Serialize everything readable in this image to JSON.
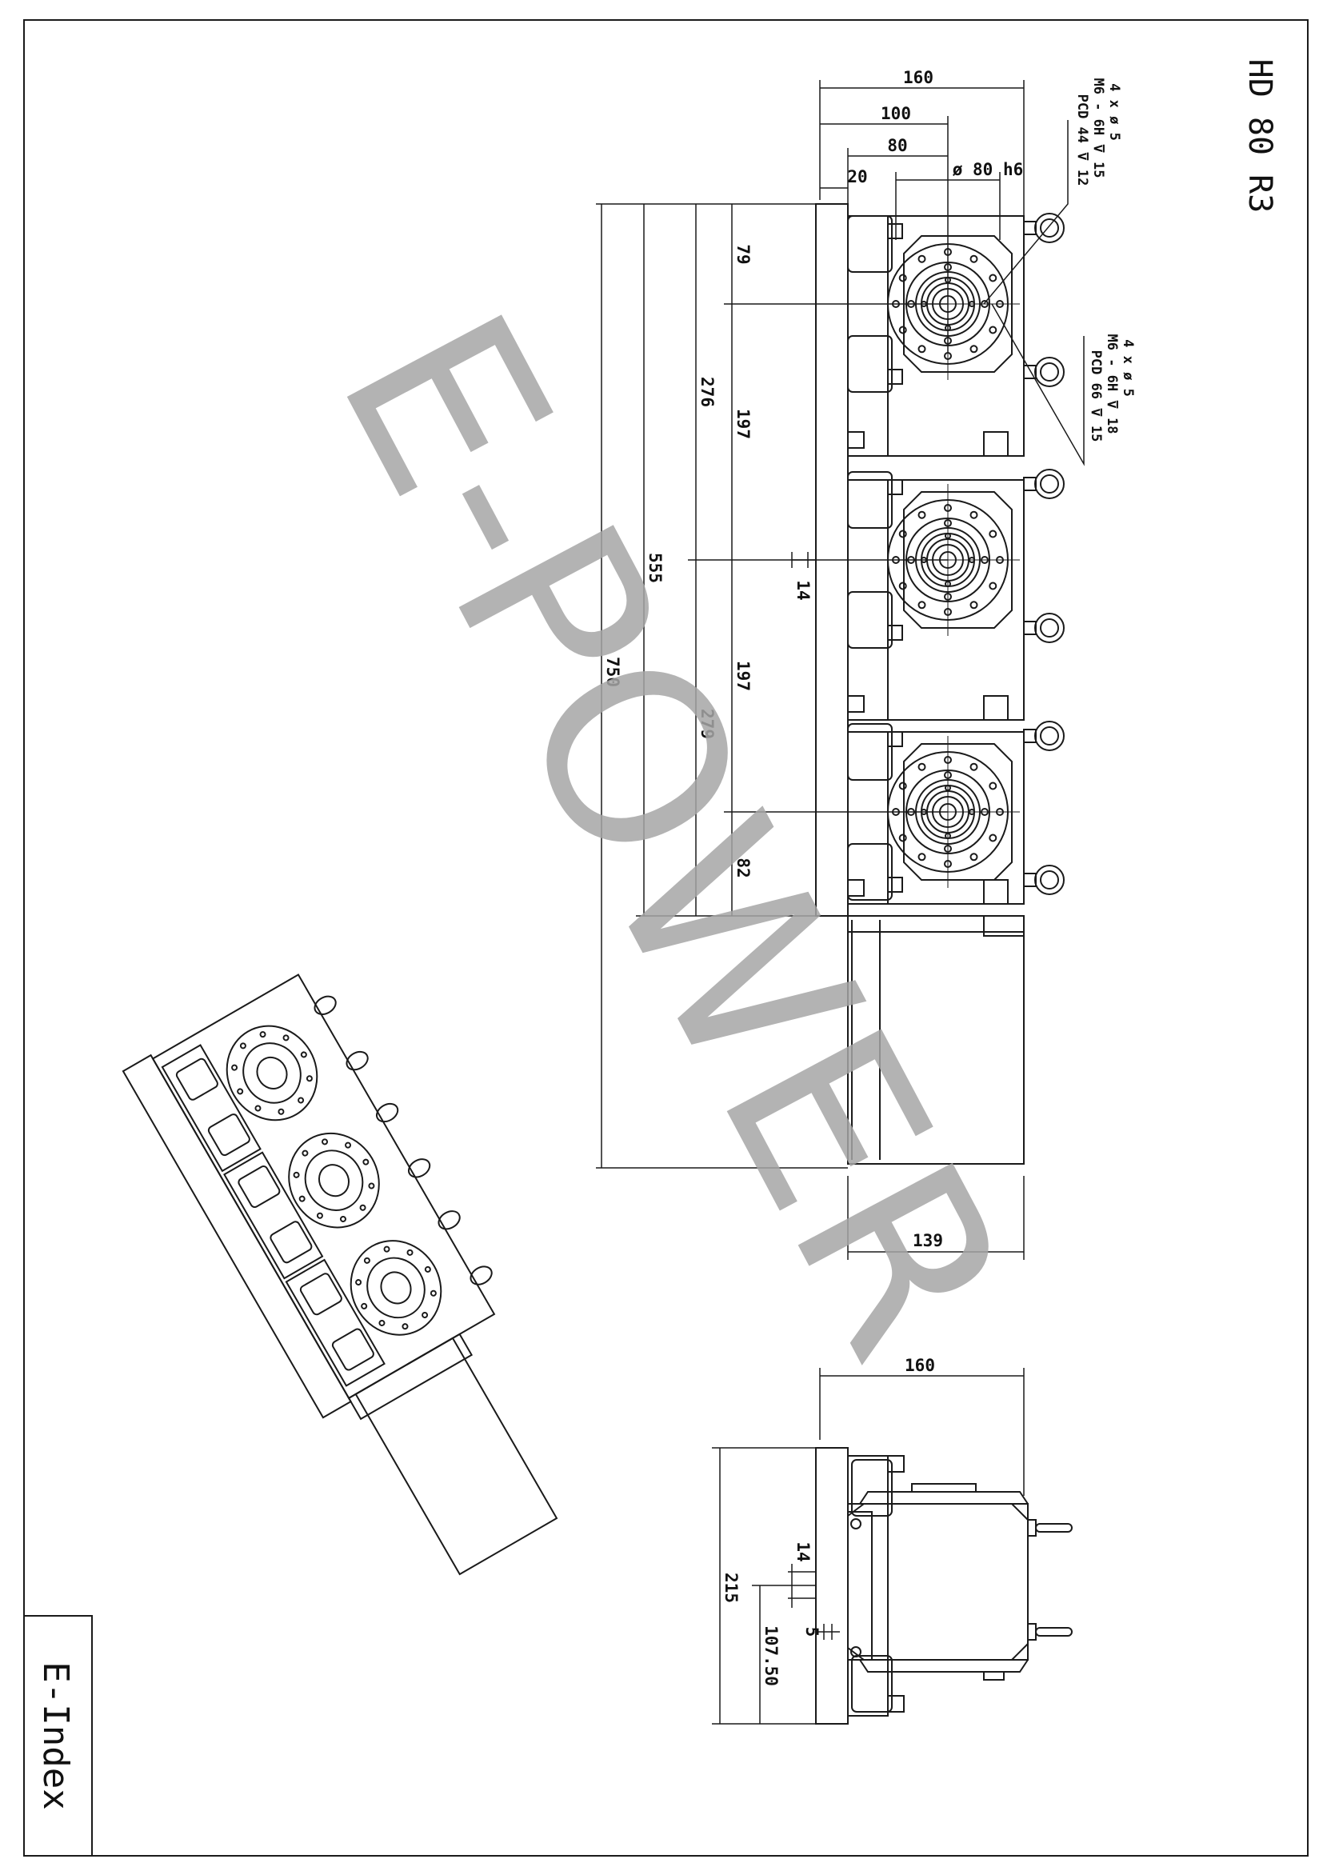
{
  "title_block": {
    "model": "HD 80 R3",
    "brand": "E-Index"
  },
  "watermark": "E-POWER",
  "top_view": {
    "width_dims": [
      "160",
      "100",
      "80",
      "20"
    ],
    "flange_dia": "ø 80 h6",
    "hole_note_top": [
      "4 x ø 5",
      "M6 - 6H ⊽ 15",
      "PCD 44 ⊽ 12"
    ],
    "hole_note_bottom": [
      "4 x ø 5",
      "M6 - 6H ⊽ 18",
      "PCD 66 ⊽ 15"
    ],
    "length_dims": [
      "79",
      "276",
      "197",
      "555",
      "750",
      "197",
      "279",
      "82"
    ],
    "slot_dim": "14",
    "motor_dim": "139"
  },
  "side_view": {
    "width_dim": "160",
    "height_dim": "215",
    "half_height_dim": "107.50",
    "slot_dim": "14",
    "key_dim": "5"
  },
  "colors": {
    "line": "#1a1a1a",
    "watermark": "#a6a6a6"
  }
}
